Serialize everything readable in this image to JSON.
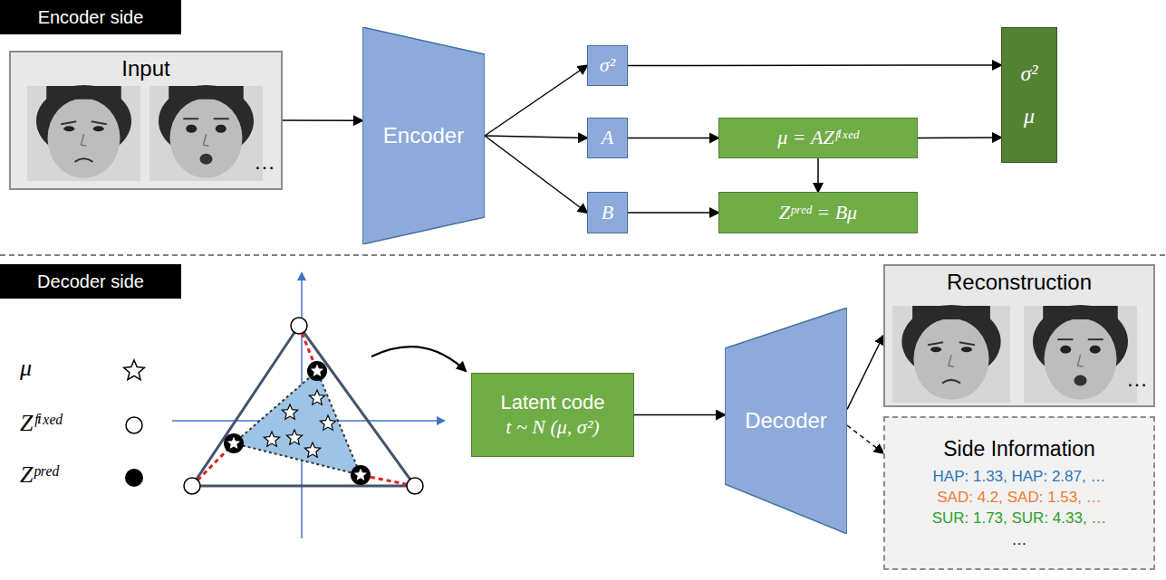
{
  "diagram": {
    "nodes": [
      {
        "text": [
          "Encoder side"
        ]
      },
      {
        "text": [
          "Input",
          "…"
        ]
      },
      {
        "text": [
          "Encoder"
        ]
      },
      {
        "text": [
          "σ²"
        ]
      },
      {
        "text": [
          "A"
        ]
      },
      {
        "text": [
          "B"
        ]
      },
      {
        "text": [
          "μ = AZᶠⁱˣᵉᵈ"
        ]
      },
      {
        "text": [
          "σ²",
          "μ"
        ]
      },
      {
        "text": [
          "Zᵖʳᵉᵈ = Bμ"
        ]
      },
      {
        "text": [
          "Decoder side"
        ]
      },
      {
        "text": [
          "Latent code",
          "t ~ N (μ, σ²)"
        ]
      },
      {
        "text": [
          "Decoder"
        ]
      },
      {
        "text": [
          "Reconstruction",
          "…"
        ]
      },
      {
        "text": [
          "Side Information",
          "HAP: 1.33, HAP: 2.87, …",
          "SAD: 4.2, SAD: 1.53, …",
          "SUR: 1.73, SUR: 4.33, …",
          "…"
        ]
      }
    ],
    "edges": [
      {
        "from": 1,
        "to": 2,
        "arrow": "to"
      },
      {
        "from": 2,
        "to": 3,
        "arrow": "to"
      },
      {
        "from": 2,
        "to": 4,
        "arrow": "to"
      },
      {
        "from": 2,
        "to": 5,
        "arrow": "to"
      },
      {
        "from": 3,
        "to": 7,
        "arrow": "to"
      },
      {
        "from": 4,
        "to": 6,
        "arrow": "to"
      },
      {
        "from": 6,
        "to": 7,
        "arrow": "to"
      },
      {
        "from": 6,
        "to": 8,
        "arrow": "to"
      },
      {
        "from": 5,
        "to": 8,
        "arrow": "to"
      },
      {
        "from": 10,
        "to": 11,
        "arrow": "to"
      },
      {
        "from": 11,
        "to": 12,
        "arrow": "to"
      },
      {
        "from": 11,
        "to": 13,
        "arrow": "to"
      }
    ],
    "legend": [
      {
        "text": "μ"
      },
      {
        "text": "Zᶠⁱˣᵉᵈ"
      },
      {
        "text": "Zᵖʳᵉᵈ"
      }
    ]
  }
}
